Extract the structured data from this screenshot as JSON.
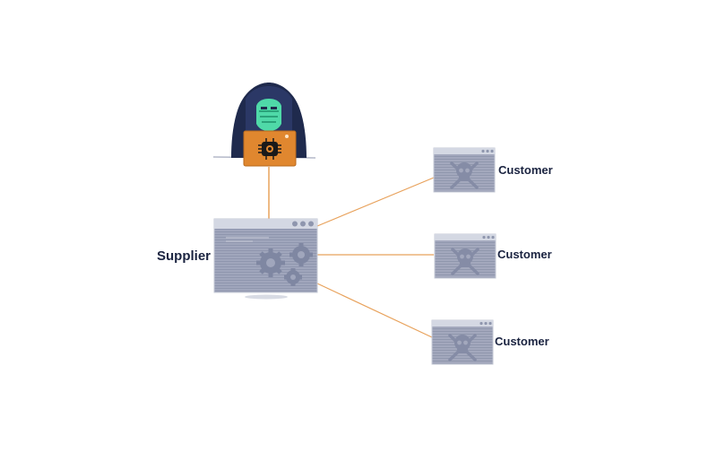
{
  "diagram": {
    "supplier": {
      "label": "Supplier"
    },
    "customers": [
      {
        "label": "Customer"
      },
      {
        "label": "Customer"
      },
      {
        "label": "Customer"
      }
    ],
    "attacker": {
      "icon": "hooded-hacker-icon"
    },
    "laptop_icon": "virus-chip-icon",
    "compromised_icon": "skull-crossbones-icon",
    "colors": {
      "link_line": "#e8a25c",
      "hood": "#1f2a4d",
      "face": "#4fd9a8",
      "laptop": "#e0872f",
      "window_body": "#9aa1b8",
      "window_bar": "#d4d8e3",
      "label_text": "#1a2340"
    }
  }
}
